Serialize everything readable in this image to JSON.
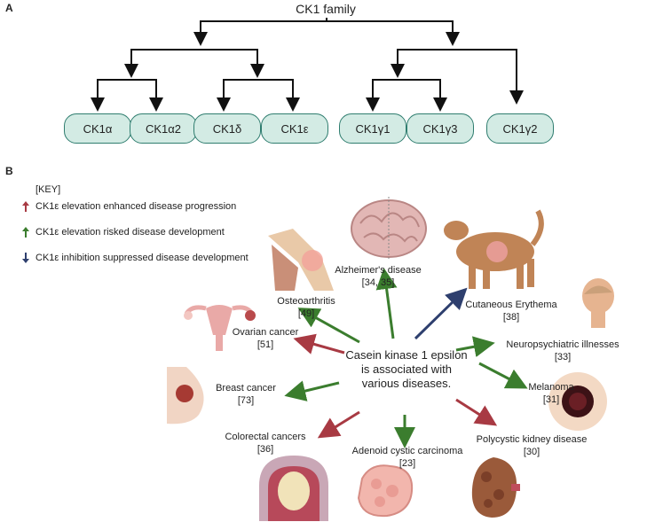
{
  "panel_a": {
    "letter": "A",
    "root": "CK1 family",
    "isoforms": [
      "CK1α",
      "CK1α2",
      "CK1δ",
      "CK1ε",
      "CK1γ1",
      "CK1γ3",
      "CK1γ2"
    ]
  },
  "panel_b": {
    "letter": "B",
    "key_title": "[KEY]",
    "key": [
      {
        "text": "CK1ε elevation enhanced disease progression",
        "color": "#a83a43"
      },
      {
        "text": "CK1ε elevation risked disease development",
        "color": "#3b7d2e"
      },
      {
        "text": "CK1ε inhibition suppressed disease development",
        "color": "#2e3f6e"
      }
    ],
    "center": [
      "Casein kinase 1 epsilon",
      "is associated with",
      "various diseases."
    ],
    "diseases": [
      {
        "name": "Alzheimer's disease",
        "ref": "[34, 35]"
      },
      {
        "name": "Osteoarthritis",
        "ref": "[49]"
      },
      {
        "name": "Cutaneous Erythema",
        "ref": "[38]"
      },
      {
        "name": "Ovarian cancer",
        "ref": "[51]"
      },
      {
        "name": "Neuropsychiatric illnesses",
        "ref": "[33]"
      },
      {
        "name": "Breast cancer",
        "ref": "[73]"
      },
      {
        "name": "Melanoma",
        "ref": "[31]"
      },
      {
        "name": "Colorectal cancers",
        "ref": "[36]"
      },
      {
        "name": "Adenoid cystic carcinoma",
        "ref": "[23]"
      },
      {
        "name": "Polycystic kidney disease",
        "ref": "[30]"
      }
    ]
  }
}
